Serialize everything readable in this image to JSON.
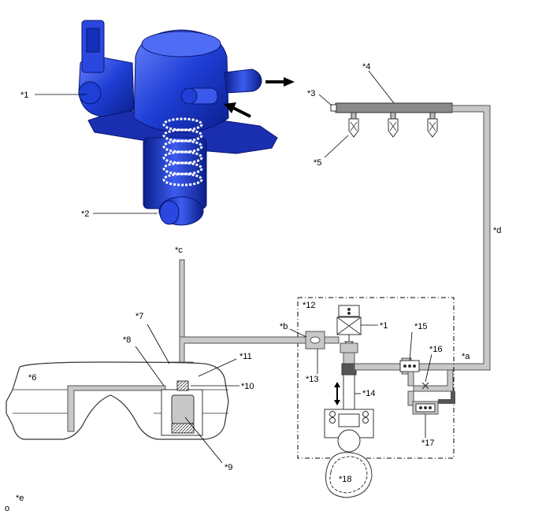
{
  "labels": {
    "l1": "*1",
    "l1b": "*1",
    "l2": "*2",
    "l3": "*3",
    "l4": "*4",
    "l5": "*5",
    "l6": "*6",
    "l7": "*7",
    "l8": "*8",
    "l9": "*9",
    "l10": "*10",
    "l11": "*11",
    "l12": "*12",
    "l13": "*13",
    "l14": "*14",
    "l15": "*15",
    "l16": "*16",
    "l17": "*17",
    "l18": "*18",
    "la": "*a",
    "lb": "*b",
    "lc": "*c",
    "ld": "*d",
    "le": "*e"
  },
  "corner_code": "o",
  "colors": {
    "pump_body": "#1f3fd6",
    "pump_dark": "#0a1f8a",
    "pump_light": "#5a78ff",
    "pipe_fill": "#c8c8c8",
    "pipe_stroke": "#555555",
    "rail_fill": "#8a8a8a"
  }
}
